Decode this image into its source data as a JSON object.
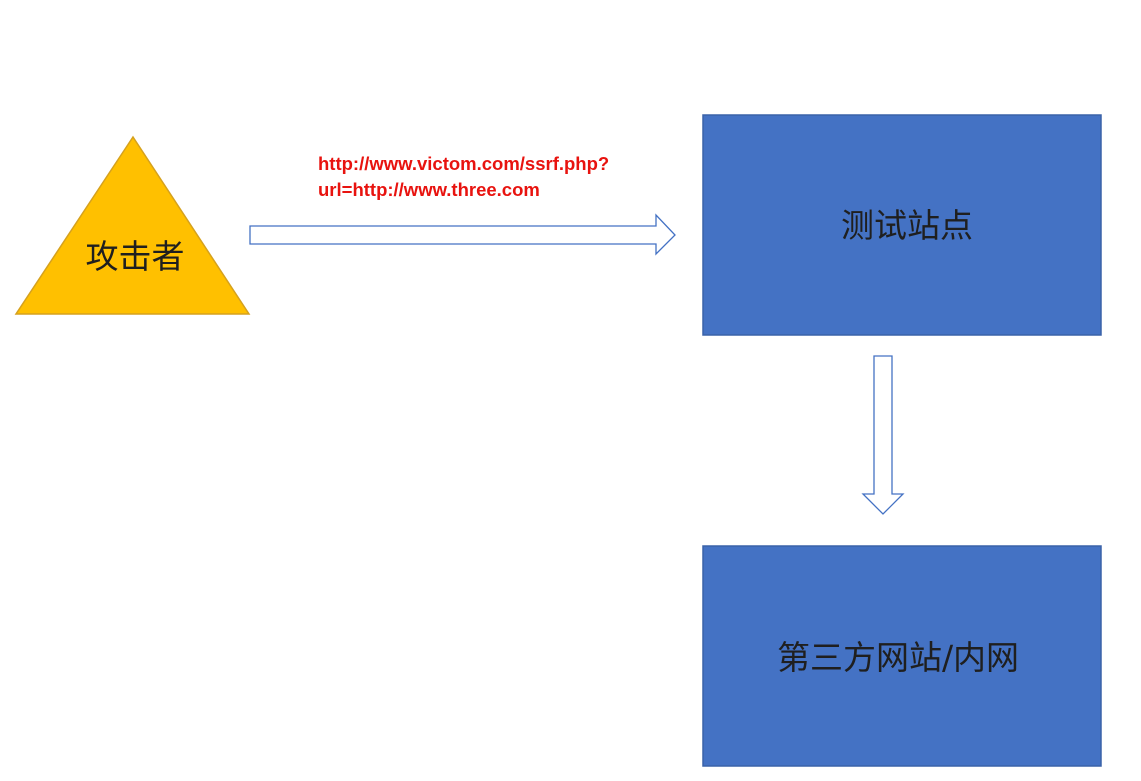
{
  "nodes": {
    "attacker": {
      "label": "攻击者",
      "shape": "triangle",
      "fill": "#FFC000",
      "stroke": "#D5A11E"
    },
    "test_site": {
      "label": "测试站点",
      "shape": "rectangle",
      "fill": "#4472C4",
      "stroke": "#3A62A8"
    },
    "third_party": {
      "label": "第三方网站/内网",
      "shape": "rectangle",
      "fill": "#4472C4",
      "stroke": "#3A62A8"
    }
  },
  "edges": {
    "attacker_to_test_site": {
      "label_line1": "http://www.victom.com/ssrf.php?",
      "label_line2": "url=http://www.three.com",
      "label_color": "#E8130F",
      "arrow_style": "hollow-block",
      "arrow_stroke": "#4472C4"
    },
    "test_site_to_third_party": {
      "arrow_style": "hollow-block",
      "arrow_stroke": "#4472C4"
    }
  }
}
